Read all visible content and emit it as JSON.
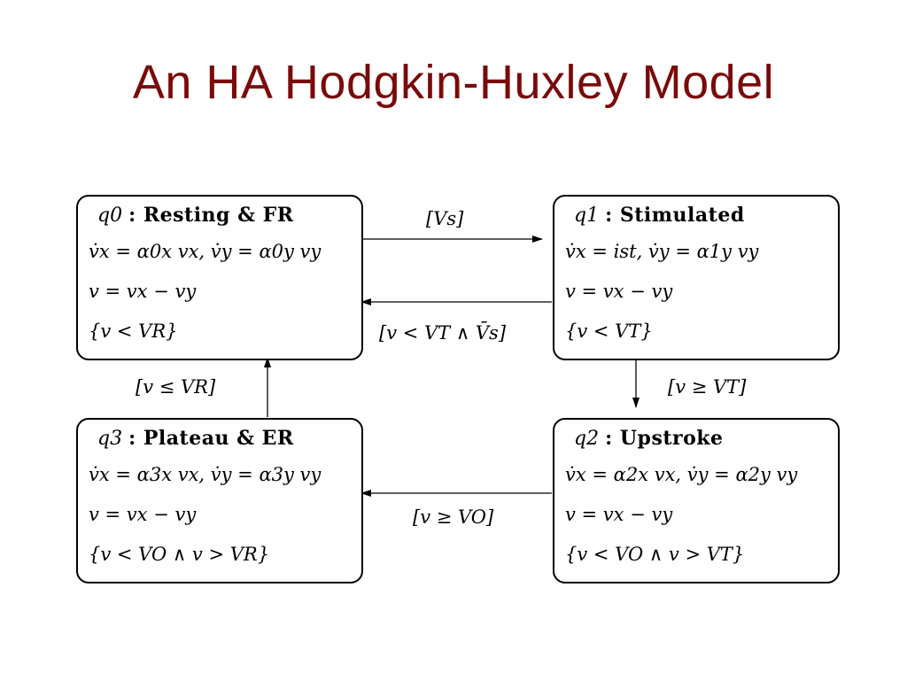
{
  "title": "An HA Hodgkin-Huxley Model",
  "states": {
    "q0": {
      "id": "q0",
      "name": ": Resting & FR",
      "flow": "v̇x = α0x vx, v̇y = α0y vy",
      "output": "v = vx − vy",
      "invariant": "{v < VR}"
    },
    "q1": {
      "id": "q1",
      "name": ": Stimulated",
      "flow": "v̇x = ist, v̇y = α1y vy",
      "output": "v = vx − vy",
      "invariant": "{v < VT}"
    },
    "q2": {
      "id": "q2",
      "name": ": Upstroke",
      "flow": "v̇x = α2x vx, v̇y = α2y vy",
      "output": "v = vx − vy",
      "invariant": "{v < VO ∧ v > VT}"
    },
    "q3": {
      "id": "q3",
      "name": ": Plateau & ER",
      "flow": "v̇x = α3x vx, v̇y = α3y vy",
      "output": "v = vx − vy",
      "invariant": "{v < VO ∧ v > VR}"
    }
  },
  "transitions": {
    "q0_to_q1": "[Vs]",
    "q1_to_q0": "[v < VT ∧ V̄s]",
    "q1_to_q2": "[v ≥ VT]",
    "q2_to_q3": "[v ≥ VO]",
    "q3_to_q0": "[v ≤ VR]"
  },
  "colors": {
    "title": "#7a0a0a",
    "line": "#000000"
  }
}
